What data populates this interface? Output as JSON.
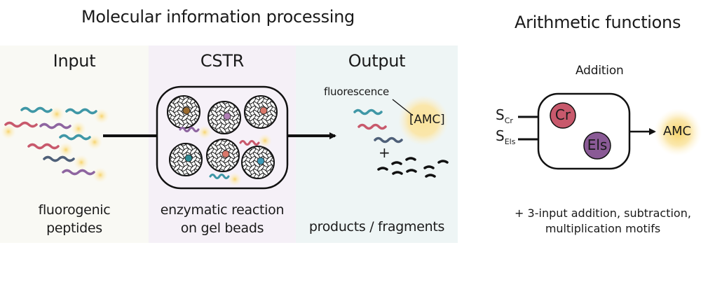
{
  "left_section": {
    "title": "Molecular information processing",
    "panels": [
      {
        "id": "input",
        "heading": "Input",
        "caption_lines": [
          "fluorogenic",
          "peptides"
        ],
        "background": "#f9f9f4"
      },
      {
        "id": "cstr",
        "heading": "CSTR",
        "caption_lines": [
          "enzymatic reaction",
          "on gel beads"
        ],
        "background": "#f5f0f7"
      },
      {
        "id": "output",
        "heading": "Output",
        "caption_lines": [
          "products / fragments"
        ],
        "background": "#eef5f5"
      }
    ],
    "output_labels": {
      "fluorescence": "fluorescence",
      "amc_bracket": "[AMC]",
      "plus": "+"
    }
  },
  "right_section": {
    "title": "Arithmetic functions",
    "subtitle": "Addition",
    "inputs": [
      {
        "main": "S",
        "sub": "Cr"
      },
      {
        "main": "S",
        "sub": "Els"
      }
    ],
    "enzymes": [
      {
        "label": "Cr",
        "color": "#c8596c"
      },
      {
        "label": "Els",
        "color": "#8a5a96"
      }
    ],
    "output_label": "AMC",
    "note_lines": [
      "+ 3-input addition, subtraction,",
      "multiplication motifs"
    ]
  },
  "colors": {
    "teal": "#3f97a6",
    "pink": "#c8596c",
    "purple": "#8e65a0",
    "slate": "#4e5f78",
    "glow": "#f7d56e",
    "bead_cores": [
      "#9a6a2e",
      "#b07fb5",
      "#d9776a",
      "#2e8a93",
      "#d9776a",
      "#3d9ab8"
    ]
  }
}
